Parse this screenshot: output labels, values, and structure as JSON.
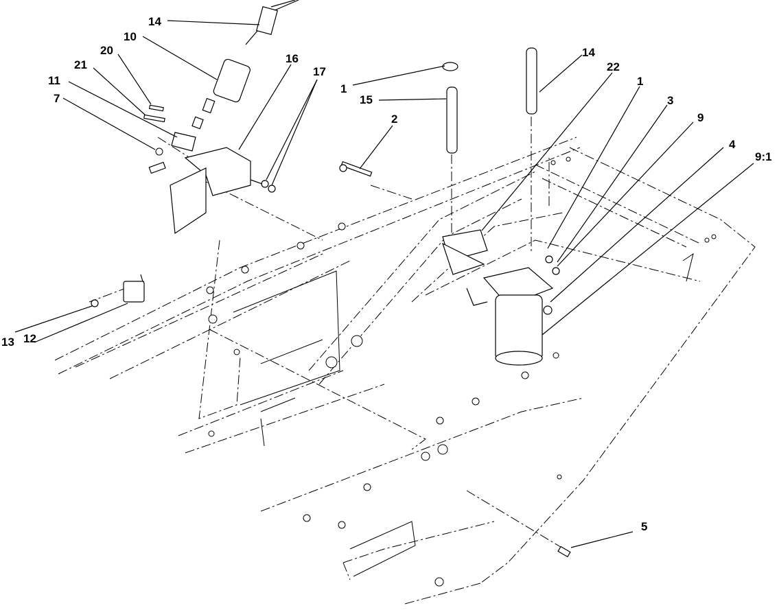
{
  "diagram": {
    "callouts": [
      {
        "id": "c14a",
        "label": "14"
      },
      {
        "id": "c10",
        "label": "10"
      },
      {
        "id": "c20",
        "label": "20"
      },
      {
        "id": "c21",
        "label": "21"
      },
      {
        "id": "c11",
        "label": "11"
      },
      {
        "id": "c7",
        "label": "7"
      },
      {
        "id": "c16",
        "label": "16"
      },
      {
        "id": "c17",
        "label": "17"
      },
      {
        "id": "c1a",
        "label": "1"
      },
      {
        "id": "c15",
        "label": "15"
      },
      {
        "id": "c2",
        "label": "2"
      },
      {
        "id": "c14b",
        "label": "14"
      },
      {
        "id": "c22",
        "label": "22"
      },
      {
        "id": "c1b",
        "label": "1"
      },
      {
        "id": "c3",
        "label": "3"
      },
      {
        "id": "c9",
        "label": "9"
      },
      {
        "id": "c4",
        "label": "4"
      },
      {
        "id": "c91",
        "label": "9:1"
      },
      {
        "id": "c13",
        "label": "13"
      },
      {
        "id": "c12",
        "label": "12"
      },
      {
        "id": "c5",
        "label": "5"
      }
    ]
  }
}
